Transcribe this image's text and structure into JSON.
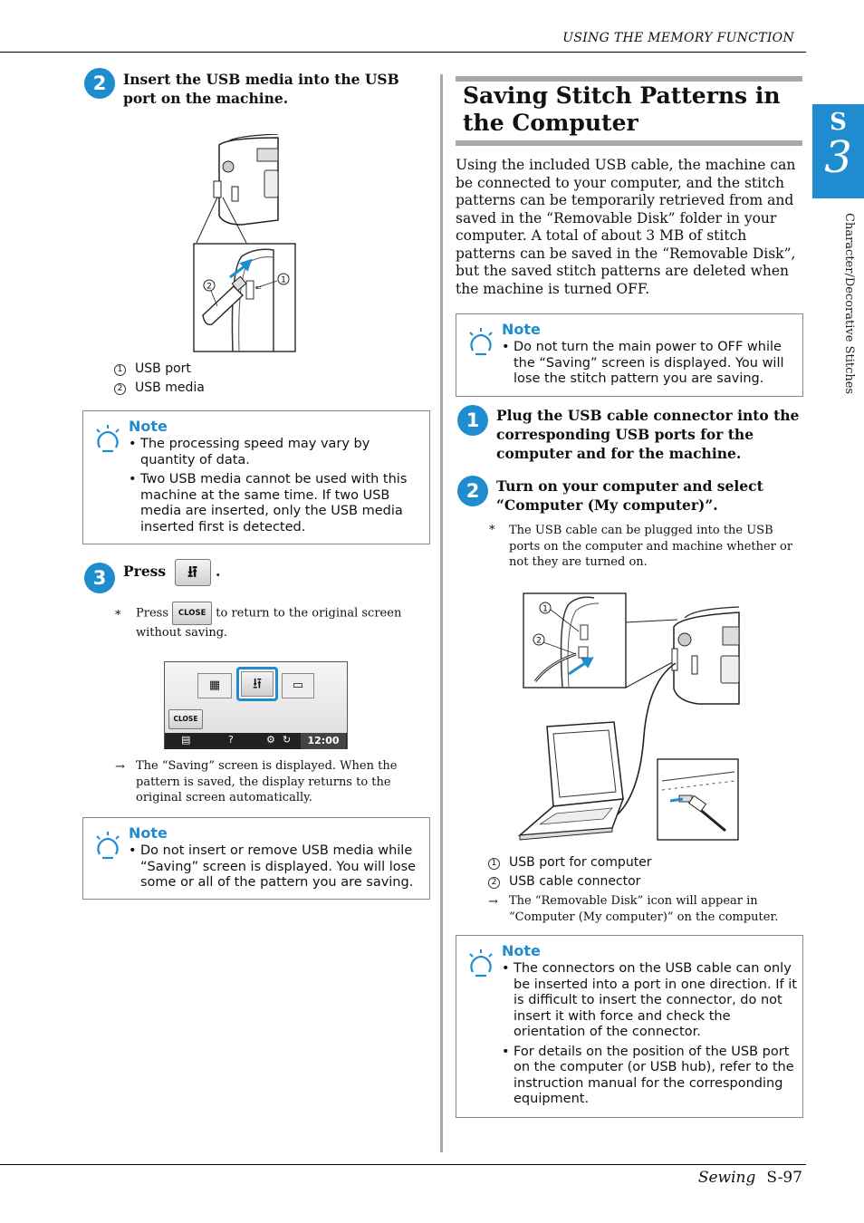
{
  "header": {
    "running_head": "USING THE MEMORY FUNCTION"
  },
  "tab": {
    "letter": "S",
    "number": "3",
    "vertical": "Character/Decorative Stitches"
  },
  "footer": {
    "section": "Sewing",
    "page": "S-97"
  },
  "left": {
    "step2": {
      "badge": "2",
      "text": "Insert the USB media into the USB port on the machine."
    },
    "fig1": {
      "callout1": "1",
      "callout2": "2"
    },
    "captions": [
      {
        "num": "1",
        "text": "USB port"
      },
      {
        "num": "2",
        "text": "USB media"
      }
    ],
    "note1": {
      "title": "Note",
      "items": [
        "The processing speed may vary by quantity of data.",
        "Two USB media cannot be used with this machine at the same time. If two USB media are inserted, only the USB media inserted first is detected."
      ]
    },
    "step3": {
      "badge": "3",
      "text": "Press",
      "icon": "usb-icon",
      "end": "."
    },
    "step3_sub": {
      "star": "*",
      "pre": "Press",
      "btn": "CLOSE",
      "post": "to return to the original screen without saving."
    },
    "screen": {
      "close": "CLOSE",
      "help": "?",
      "time": "12:00"
    },
    "result": {
      "arrow": "→",
      "text": "The “Saving” screen is displayed. When the pattern is saved, the display returns to the original screen automatically."
    },
    "note2": {
      "title": "Note",
      "items": [
        "Do not insert or remove USB media while “Saving” screen is displayed. You will lose some or all of the pattern you are saving."
      ]
    }
  },
  "right": {
    "heading": "Saving Stitch Patterns in the Computer",
    "intro": "Using the included USB cable, the machine can be connected to your computer, and the stitch patterns can be temporarily retrieved from and saved in the “Removable Disk” folder in your computer. A total of about 3 MB of stitch patterns can be saved in the “Removable Disk”, but the saved stitch patterns are deleted when the machine is turned OFF.",
    "note1": {
      "title": "Note",
      "items": [
        "Do not turn the main power to OFF while the “Saving” screen is displayed. You will lose the stitch pattern you are saving."
      ]
    },
    "step1": {
      "badge": "1",
      "text": "Plug the USB cable connector into the corresponding USB ports for the computer and for the machine."
    },
    "step2": {
      "badge": "2",
      "text": "Turn on your computer and select “Computer (My computer)”."
    },
    "step2_sub": {
      "star": "*",
      "text": "The USB cable can be plugged into the USB ports on the computer and machine whether or not they are turned on."
    },
    "fig": {
      "callout1": "1",
      "callout2": "2"
    },
    "captions": [
      {
        "num": "1",
        "text": "USB port for computer"
      },
      {
        "num": "2",
        "text": "USB cable connector"
      }
    ],
    "result": {
      "arrow": "→",
      "text": "The “Removable Disk” icon will appear in “Computer (My computer)” on the computer."
    },
    "note2": {
      "title": "Note",
      "items": [
        "The connectors on the USB cable can only be inserted into a port in one direction. If it is difficult to insert the connector, do not insert it with force and check the orientation of the connector.",
        "For details on the position of the USB port on the computer (or USB hub), refer to the instruction manual for the corresponding equipment."
      ]
    }
  }
}
